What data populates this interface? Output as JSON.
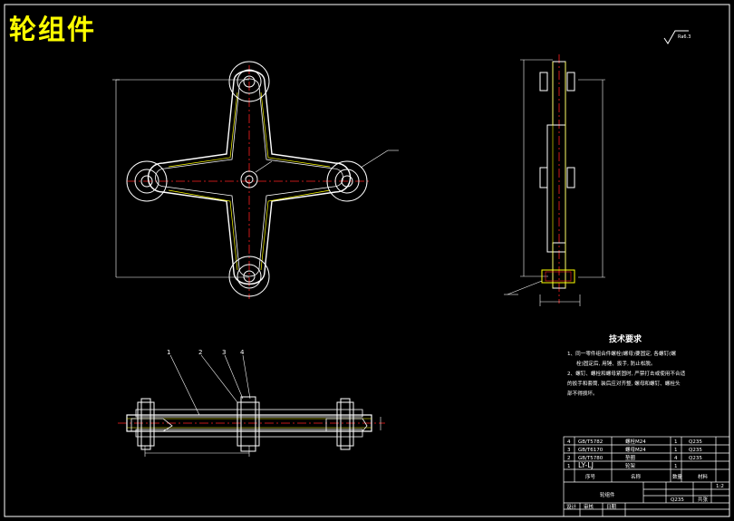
{
  "drawing": {
    "title": "轮组件",
    "roughness_note": "Ra6.3"
  },
  "callouts": [
    "1",
    "2",
    "3",
    "4"
  ],
  "technical_requirements": {
    "heading": "技术要求",
    "items": [
      "1、同一零件组合件螺栓(螺母)要固定, 各螺钉(螺",
      "栓)固定后, 用锤、扳手, 防止松脱。",
      "2、螺钉、螺栓和螺母紧固时, 严禁打击或使用不合适",
      "的扳手和套筒, 装后应对齐整, 螺母和螺钉、螺栓头",
      "部不得损坏。"
    ]
  },
  "parts_list": [
    {
      "no": "4",
      "code": "GB/T5782",
      "name": "螺栓M24",
      "qty": "1",
      "material": "Q235"
    },
    {
      "no": "3",
      "code": "GB/T6170",
      "name": "螺母M24",
      "qty": "1",
      "material": "Q235"
    },
    {
      "no": "2",
      "code": "GB/T5780",
      "name": "垫圈",
      "qty": "4",
      "material": "Q235"
    },
    {
      "no": "1",
      "code": "LY-LJ",
      "name": "轮架",
      "qty": "1",
      "material": ""
    }
  ],
  "parts_header": {
    "no": "序号",
    "name": "名称",
    "qty": "数量",
    "material": "材料"
  },
  "title_block": {
    "name": "轮组件",
    "scale": "1:2",
    "sheet": "共张",
    "material": "Q235",
    "row1": [
      "设计",
      "审核",
      "日期"
    ]
  }
}
